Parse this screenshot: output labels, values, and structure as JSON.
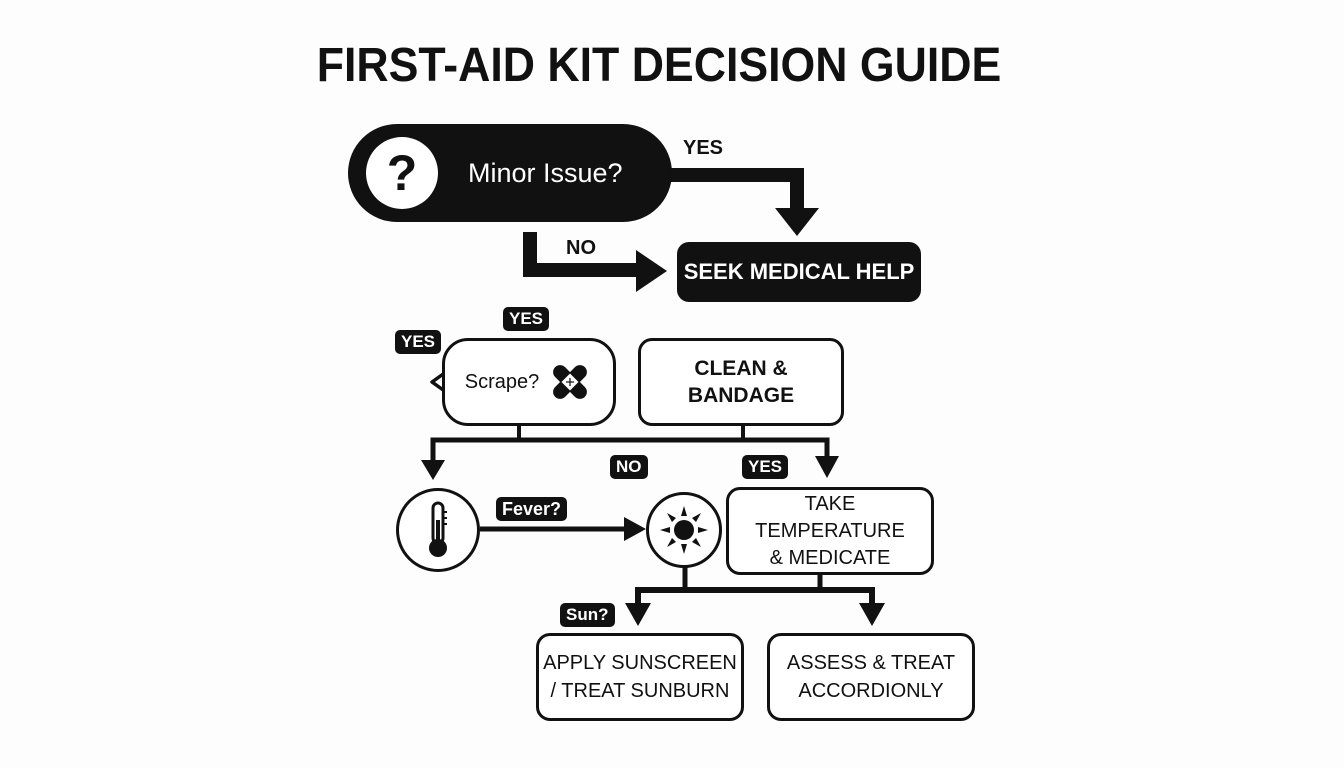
{
  "title": "FIRST-AID KIT DECISION GUIDE",
  "nodes": {
    "minor_issue": "Minor Issue?",
    "seek_help": "SEEK MEDICAL HELP",
    "scrape": "Scrape?",
    "clean_bandage": "CLEAN &\nBANDAGE",
    "take_temp": "TAKE TEMPERATURE\n& MEDICATE",
    "sunscreen": "APPLY SUNSCREEN\n/ TREAT SUNBURN",
    "assess": "ASSESS & TREAT\nACCORDIONLY"
  },
  "labels": {
    "yes_top": "YES",
    "no_top": "NO",
    "yes_scrape_top": "YES",
    "yes_scrape_left": "YES",
    "no_mid": "NO",
    "yes_mid": "YES",
    "fever": "Fever?",
    "sun": "Sun?"
  },
  "icons": {
    "question": "question-mark-icon",
    "bandage": "bandage-icon",
    "thermometer": "thermometer-icon",
    "sun": "sun-icon"
  }
}
